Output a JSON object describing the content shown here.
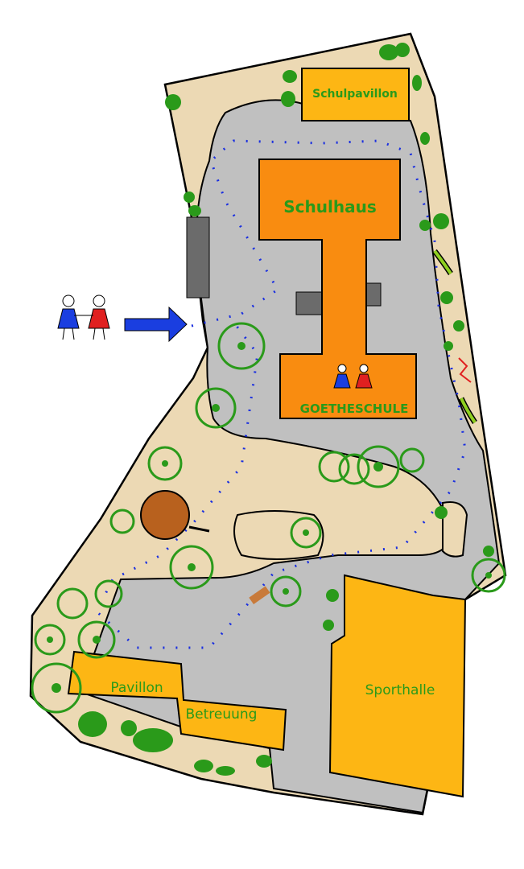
{
  "map": {
    "buildings": {
      "schulpavillon": "Schulpavillon",
      "schulhaus": "Schulhaus",
      "school_name": "GOETHESCHULE",
      "pavillon": "Pavillon",
      "betreuung": "Betreuung",
      "sporthalle": "Sporthalle"
    },
    "colors": {
      "grounds": "#ecd9b4",
      "paved": "#c0c0c0",
      "schulhaus": "#f98c10",
      "other_buildings": "#fdb614",
      "trees": "#2a9a1a",
      "path": "#1a2fe0",
      "entrance_arrow": "#1a3ee0"
    }
  }
}
